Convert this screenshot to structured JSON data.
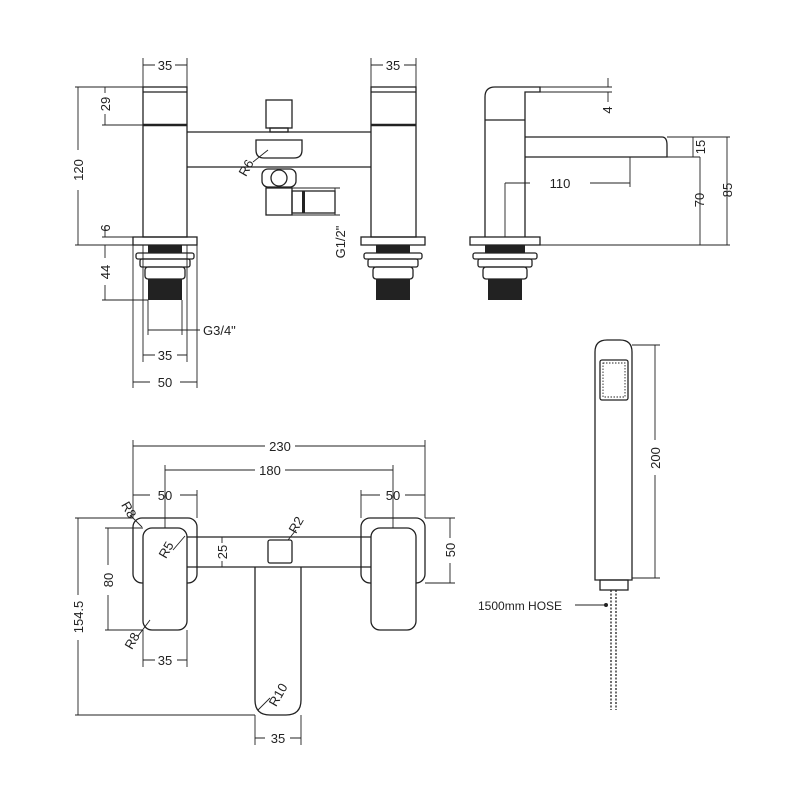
{
  "front_view": {
    "tap_width_left": "35",
    "tap_width_right": "35",
    "overall_height": "120",
    "handle_height": "29",
    "plate_thickness": "6",
    "thread_length": "44",
    "inlet_thread": "G3/4\"",
    "thread_width": "35",
    "plate_width": "50",
    "diverter_radius": "R6",
    "hose_outlet_thread": "G1/2\""
  },
  "side_view": {
    "lever_offset": "4",
    "spout_thickness": "15",
    "spout_projection": "110",
    "spout_height": "70",
    "total_height": "85"
  },
  "top_view": {
    "overall_width": "230",
    "centres": "180",
    "plate_width_left": "50",
    "plate_width_right": "50",
    "plate_depth": "50",
    "plate_radius": "R8",
    "handle_radius_top": "R5",
    "bridge_depth": "25",
    "diverter_radius": "R2",
    "handle_length": "80",
    "overall_depth": "154.5",
    "handle_radius_bottom": "R8",
    "handle_width": "35",
    "spout_radius": "R10",
    "spout_width": "35"
  },
  "handset": {
    "length": "200",
    "hose_label": "1500mm HOSE"
  }
}
